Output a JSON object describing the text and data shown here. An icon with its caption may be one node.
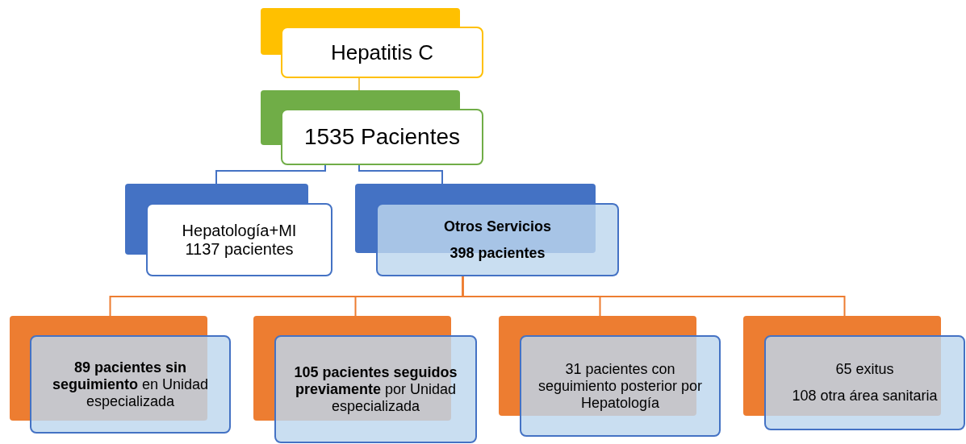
{
  "diagram": {
    "nodes": [
      {
        "text": [
          "Hepatitis C"
        ]
      },
      {
        "text": [
          "1535 Pacientes"
        ]
      },
      {
        "text": [
          "Hepatología+MI",
          "1137 pacientes"
        ]
      },
      {
        "text": [
          "Otros Servicios",
          "398 pacientes"
        ]
      },
      {
        "text": [
          "**89 pacientes sin seguimiento** en Unidad especializada"
        ]
      },
      {
        "text": [
          "**105 pacientes seguidos previamente** por Unidad especializada"
        ]
      },
      {
        "text": [
          "31 pacientes con seguimiento posterior por Hepatología"
        ]
      },
      {
        "text": [
          "65 exitus",
          "108 otra área sanitaria"
        ]
      }
    ],
    "edges": [
      {
        "from": 0,
        "to": 1,
        "arrow": "none",
        "color": "#f2c44d"
      },
      {
        "from": 1,
        "to": 2,
        "arrow": "none",
        "color": "#4472c4"
      },
      {
        "from": 1,
        "to": 3,
        "arrow": "none",
        "color": "#4472c4"
      },
      {
        "from": 3,
        "to": 4,
        "arrow": "none"
      },
      {
        "from": 3,
        "to": 5,
        "arrow": "none"
      },
      {
        "from": 3,
        "to": 6,
        "arrow": "none"
      },
      {
        "from": 3,
        "to": 7,
        "arrow": "none"
      }
    ]
  }
}
